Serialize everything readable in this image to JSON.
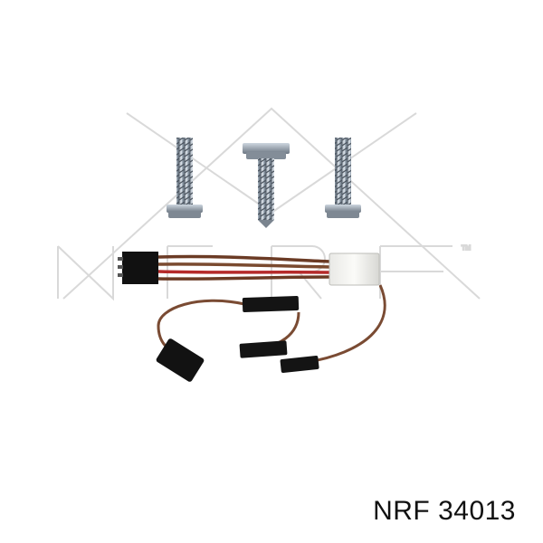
{
  "watermark": {
    "brand_text": "NRF",
    "tm": "TM"
  },
  "caption": {
    "text": "NRF 34013"
  }
}
